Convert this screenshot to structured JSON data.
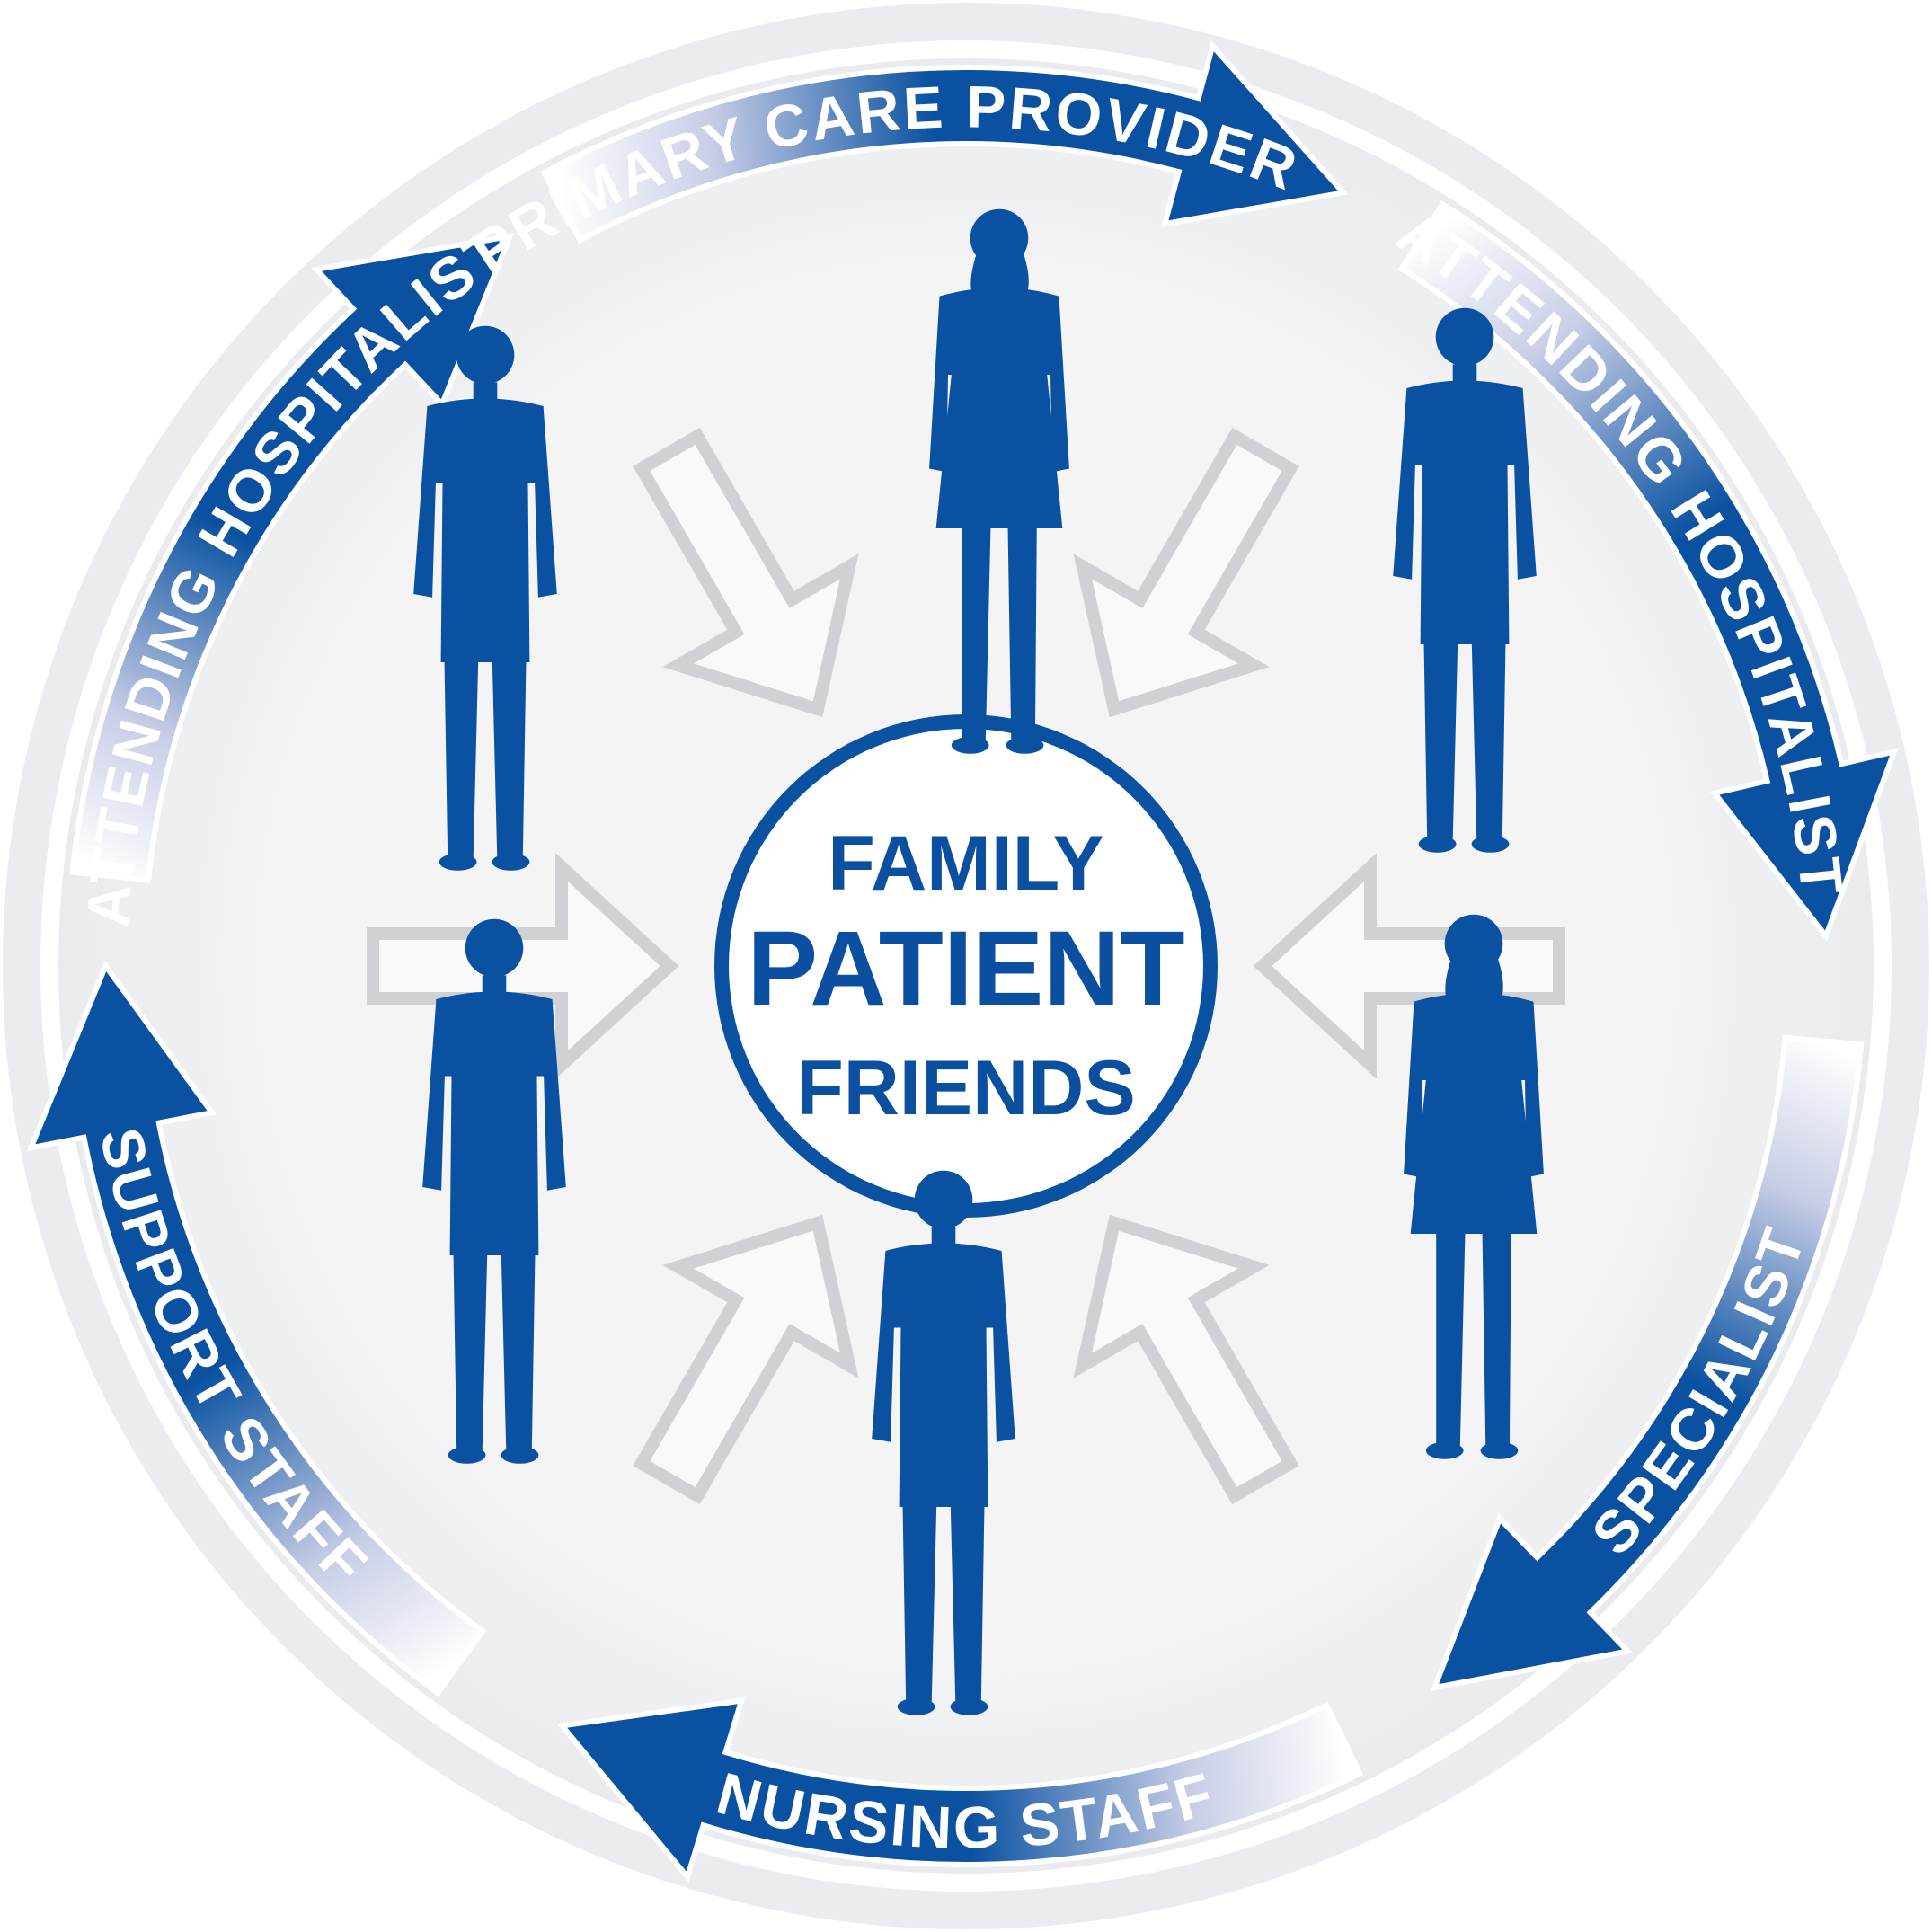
{
  "center": {
    "line1": "FAMILY",
    "line2": "PATIENT",
    "line3": "FRIENDS"
  },
  "ring_labels": {
    "top": "PRIMARY CARE PROVIDER",
    "upper_right": "ATTENDING HOSPITALIST",
    "lower_right": "SPECIALIST",
    "bottom": "NURSING STAFF",
    "lower_left": "SUPPORT STAFF",
    "upper_left": "ATTENDING HOSPITALIST"
  },
  "colors": {
    "brand_blue": "#0a52a1",
    "ring_light": "#c7cde6",
    "outer_disc": "#ebecef",
    "inner_disc": "#f2f2f3",
    "arrow_outline": "#cfd1d5"
  }
}
